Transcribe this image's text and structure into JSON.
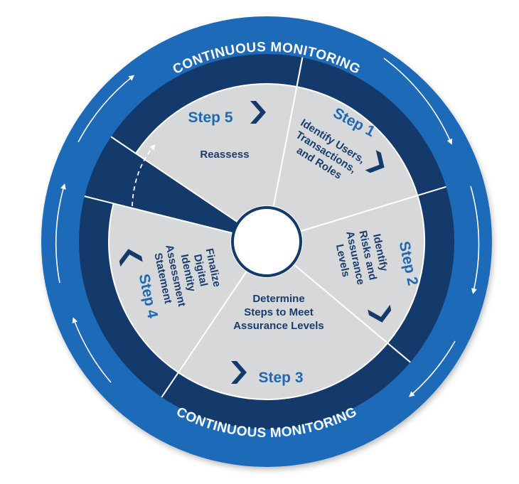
{
  "ring": {
    "top_label": "CONTINUOUS MONITORING",
    "bottom_label": "CONTINUOUS MONITORING"
  },
  "colors": {
    "outer_ring": "#1a6bb8",
    "dark_ring": "#143a6c",
    "segment_fill": "#d7d8da",
    "step_text": "#1f69b3",
    "desc_text": "#1a3d6e",
    "chevron": "#143a6c",
    "arrow": "#ffffff"
  },
  "steps": [
    {
      "label": "Step 1",
      "desc": [
        "Identify Users,",
        "Transactions,",
        "and Roles"
      ],
      "chevron_icon": "chevron-right-icon"
    },
    {
      "label": "Step 2",
      "desc": [
        "Identify",
        "Risks and",
        "Assurance",
        "Levels"
      ],
      "chevron_icon": "chevron-right-icon"
    },
    {
      "label": "Step 3",
      "desc": [
        "Determine",
        "Steps to Meet",
        "Assurance Levels"
      ],
      "chevron_icon": "chevron-right-icon"
    },
    {
      "label": "Step 4",
      "desc": [
        "Finalize",
        "Digital",
        "Identity",
        "Assessment",
        "Statement"
      ],
      "chevron_icon": "chevron-left-icon"
    },
    {
      "label": "Step 5",
      "desc": [
        "Reassess"
      ],
      "chevron_icon": "chevron-right-icon"
    }
  ]
}
